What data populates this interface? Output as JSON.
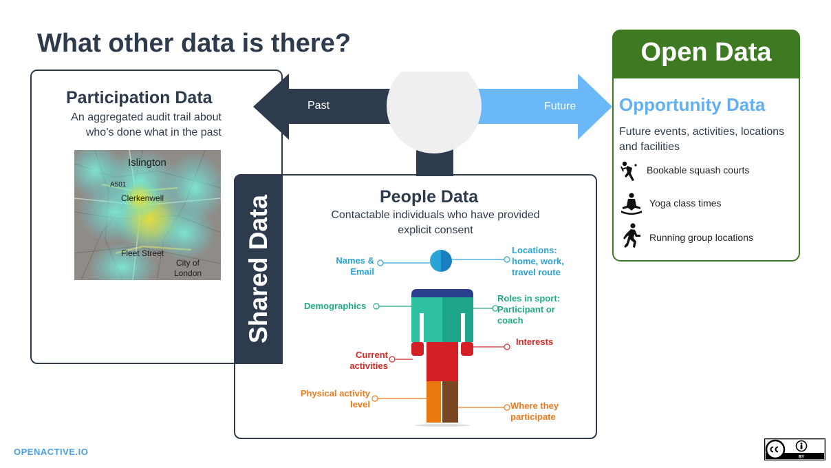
{
  "title": "What other data is there?",
  "arrows": {
    "past_label": "Past",
    "future_label": "Future"
  },
  "participation": {
    "title": "Participation Data",
    "description": "An aggregated audit trail about who’s done what in the past",
    "map": {
      "labels": [
        "Islington",
        "A501",
        "Clerkenwell",
        "Fleet Street",
        "City of",
        "London"
      ]
    }
  },
  "shared": {
    "label": "Shared Data"
  },
  "people": {
    "title": "People Data",
    "description": "Contactable individuals who have provided explicit consent",
    "left_labels": [
      {
        "line1": "Names &",
        "line2": "Email"
      },
      {
        "line1": "Demographics",
        "line2": ""
      },
      {
        "line1": "Current",
        "line2": "activities"
      },
      {
        "line1": "Physical activity",
        "line2": "level"
      }
    ],
    "right_labels": [
      {
        "line1": "Locations:",
        "line2": "home, work,",
        "line3": "travel route"
      },
      {
        "line1": "Roles in sport:",
        "line2": "Participant or",
        "line3": "coach"
      },
      {
        "line1": "Interests",
        "line2": "",
        "line3": ""
      },
      {
        "line1": "Where they",
        "line2": "participate",
        "line3": ""
      }
    ]
  },
  "open_data": {
    "title": "Open Data",
    "subtitle": "Opportunity Data",
    "description": "Future events, activities, locations and facilities",
    "items": [
      {
        "icon": "squash-player-icon",
        "label": "Bookable squash courts"
      },
      {
        "icon": "yoga-pose-icon",
        "label": "Yoga class times"
      },
      {
        "icon": "runner-icon",
        "label": "Running group locations"
      }
    ]
  },
  "footer": {
    "brand": "OPENACTIVE.IO",
    "license_by": "BY"
  },
  "colors": {
    "navy": "#2d3b4c",
    "past_arrow": "#2d3b4c",
    "future_arrow": "#6ab8f7",
    "open_green": "#3d7a22",
    "opportunity_blue": "#62b0f3",
    "figure_head": "#1a8fd0",
    "figure_shoulders": "#2b3f8f",
    "figure_torso": "#1ea58b",
    "figure_hips": "#d41f26",
    "figure_leg_left": "#e8780f",
    "figure_leg_right": "#7a4722"
  }
}
